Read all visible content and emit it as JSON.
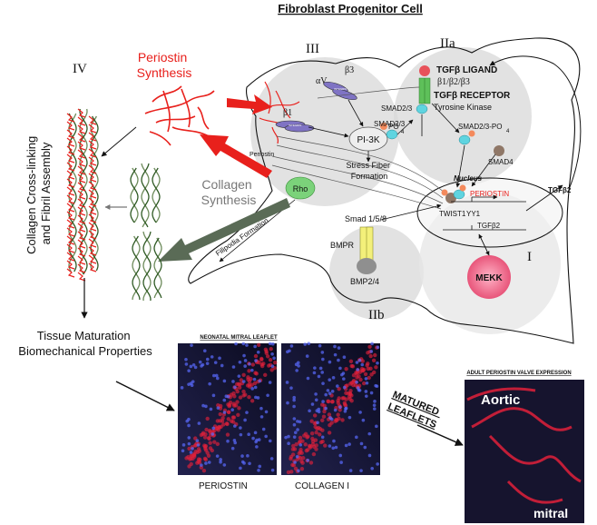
{
  "title": "Fibroblast Progenitor Cell",
  "roman": {
    "III": "III",
    "IIa": "IIa",
    "IV": "IV",
    "IIb": "IIb",
    "I": "I"
  },
  "left": {
    "periostin_synthesis": [
      "Periostin",
      "Synthesis"
    ],
    "collagen_synthesis": [
      "Collagen",
      "Synthesis"
    ],
    "crosslink": [
      "Collagen Cross-linking",
      "and Fibril Assembly"
    ],
    "tissue": [
      "Tissue Maturation",
      "Biomechanical Properties"
    ]
  },
  "cell": {
    "alphav": "αV",
    "beta3": "β3",
    "beta1": "β1",
    "integrin": "INTEGRIN",
    "periostin": "Periostin",
    "pi3k": "PI-3K",
    "po4_a": "PO",
    "po4_sub": "4",
    "smad23_a": "SMAD2/3",
    "smad23_b": "SMAD2/3",
    "smad23_po4": "SMAD2/3-PO",
    "smad4": "SMAD4",
    "tgfb_ligand": "TGFβ LIGAND",
    "tgfb_sub": "β1/β2/β3",
    "tgfb_receptor": "TGFβ RECEPTOR",
    "tyrosine": "Tyrosine Kinase",
    "nucleus": "Nucleus",
    "periostin_gene": "PERIOSTIN",
    "twist1": "TWIST1",
    "yy1": "YY1",
    "tgfb2_gene": "TGFβ2",
    "tgfb2_out": "TGFβ2",
    "rho": "Rho",
    "stress_fiber": [
      "Stress Fiber",
      "Formation"
    ],
    "filipodia": "Filipodia Formation",
    "smad158": "Smad 1/5/8",
    "bmpr": "BMPR",
    "bmp24": "BMP2/4",
    "mekk": "MEKK"
  },
  "images": {
    "neonatal_title": "NEONATAL MITRAL LEAFLET",
    "periostin_label": "PERIOSTIN",
    "collagen_label": "COLLAGEN I",
    "matured": [
      "MATURED",
      "LEAFLETS"
    ],
    "adult_title": "ADULT PERIOSTIN VALVE EXPRESSION",
    "aortic": "Aortic",
    "mitral": "mitral"
  },
  "colors": {
    "red": "#e8201c",
    "green": "#5a6b56",
    "rho": "#7bd27a",
    "mekk": "#ec6f8f",
    "bmp": "#8f8f8f",
    "ligand": "#e8525a",
    "receptor": "#5ec05a",
    "smad": "#5fd4e0",
    "smad4": "#8f7767",
    "integrin": "#7f73c4"
  }
}
